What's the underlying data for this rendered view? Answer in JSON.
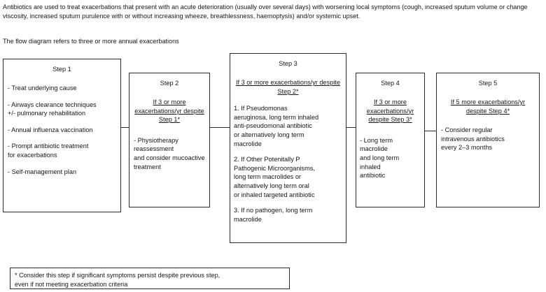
{
  "intro": {
    "paragraph": "Antibiotics are used to treat exacerbations that present with an acute deterioration (usually over several days) with worsening local symptoms (cough, increased sputum volume or change viscosity, increased sputum purulence with or without increasing wheeze, breathlessness, haemoptysis) and/or systemic upset.",
    "flow_note": "The flow diagram refers to three or more annual exacerbations"
  },
  "diagram": {
    "steps": [
      {
        "title": "Step 1",
        "condition": "",
        "body": [
          "- Treat underlying cause",
          "- Airways clearance techniques\n+/- pulmonary rehabilitation",
          "- Annual influenza vaccination",
          "- Prompt antibiotic treatment\nfor exacerbations",
          "- Self-management plan"
        ]
      },
      {
        "title": "Step 2",
        "condition": "If 3 or more\nexacerbations/yr\ndespite Step 1*",
        "body": [
          "- Physiotherapy\nreassessment\nand consider mucoactive\ntreatment"
        ]
      },
      {
        "title": "Step 3",
        "condition": "If 3 or more exacerbations/yr\ndespite Step 2*",
        "body": [
          "1. If Pseudomonas\naeruginosa, long term inhaled\nanti-pseudomonal antibiotic\nor alternatively long term\nmacrolide",
          "2. If Other Potenitally P\nPathogenic Microorganisms,\nlong term macrolides or\nalternatively long term oral\nor inhaled targeted antibiotic",
          "3. If no pathogen, long term\nmacrolide"
        ]
      },
      {
        "title": "Step 4",
        "condition": "If 3 or more\nexacerbations/yr\ndespite Step 3*",
        "body": [
          "- Long term macrolide\nand long term inhaled\nantibiotic"
        ]
      },
      {
        "title": "Step 5",
        "condition": "If 5 more\nexacerbations/yr\ndespite Step 4*",
        "body": [
          "- Consider regular\nintravenous antibiotics\nevery 2–3 months"
        ]
      }
    ]
  },
  "footnote": {
    "text": "* Consider this step if significant symptoms persist despite previous step,\neven if not meeting exacerbation criteria"
  },
  "colors": {
    "border": "#2b2b2b",
    "text": "#161616",
    "background": "#ffffff"
  }
}
